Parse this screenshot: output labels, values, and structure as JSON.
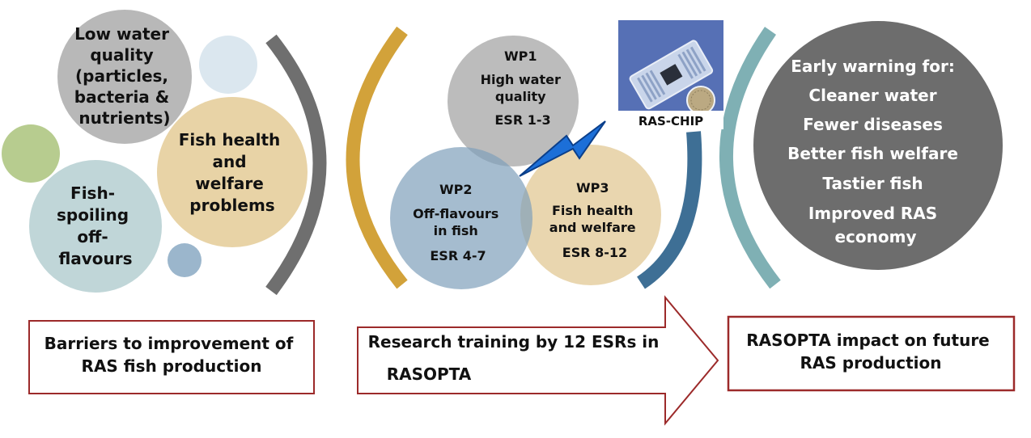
{
  "barriers": {
    "low_water_quality": [
      "Low water",
      "quality",
      "(particles,",
      "bacteria &",
      "nutrients)"
    ],
    "fish_health": [
      "Fish health",
      "and",
      "welfare",
      "problems"
    ],
    "off_flavours": [
      "Fish-",
      "spoiling",
      "off-",
      "flavours"
    ],
    "caption": [
      "Barriers to improvement of",
      "RAS fish production"
    ]
  },
  "work_packages": {
    "wp1": {
      "title": "WP1",
      "lines": [
        "High water",
        "quality"
      ],
      "esr": "ESR 1-3"
    },
    "wp2": {
      "title": "WP2",
      "lines": [
        "Off-flavours",
        "in fish"
      ],
      "esr": "ESR 4-7"
    },
    "wp3": {
      "title": "WP3",
      "lines": [
        "Fish health",
        "and  welfare"
      ],
      "esr": "ESR 8-12"
    },
    "chip_label": "RAS-CHIP",
    "caption": [
      "Research training by 12 ESRs in",
      "RASOPTA"
    ]
  },
  "impact": {
    "lines": [
      "Early warning for:",
      "Cleaner water",
      "Fewer diseases",
      "Better fish welfare",
      "Tastier fish",
      "Improved RAS",
      "economy"
    ],
    "caption": [
      "RASOPTA impact on future",
      "RAS production"
    ]
  },
  "colors": {
    "gray_circle": "#b8b8b8",
    "tan_circle": "#e8d3a6",
    "light_blue_circle": "#dbe7ef",
    "green_circle": "#b7cc8f",
    "teal_circle": "#c0d6d8",
    "small_blue_circle": "#9bb6cc",
    "arc_gray": "#6f6f6f",
    "arc_gold": "#d2a23a",
    "arc_blue": "#3e6f95",
    "arc_teal": "#7fb0b4",
    "impact_circle": "#6d6d6d",
    "bolt": "#1c6fd8",
    "caption_border": "#9c2a2a"
  }
}
